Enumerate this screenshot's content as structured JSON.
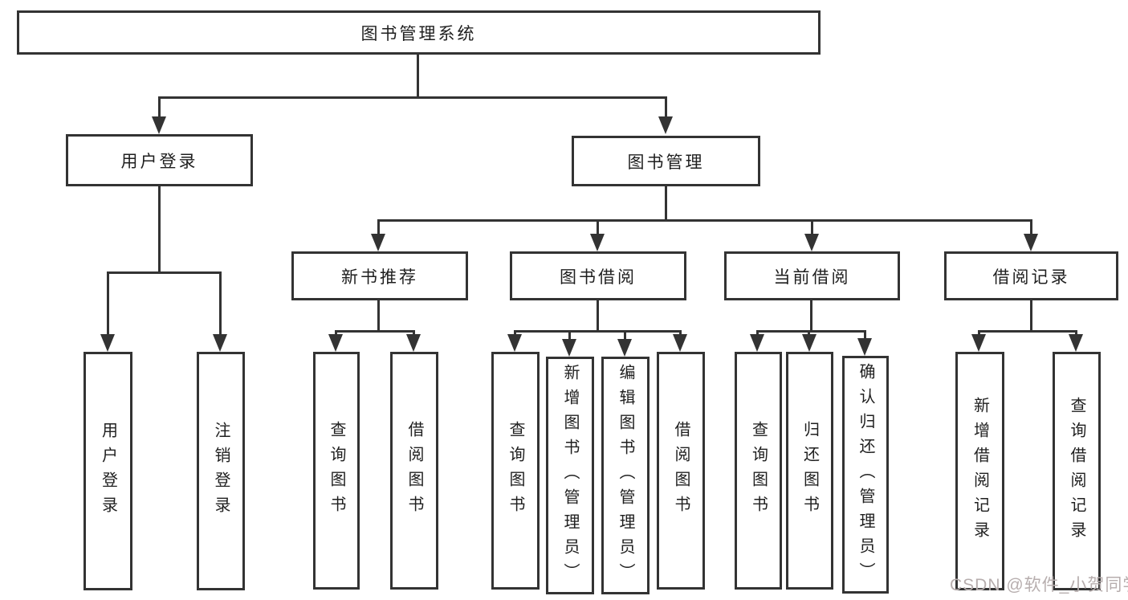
{
  "diagram": {
    "root": {
      "label": "图书管理系统"
    },
    "branches": [
      {
        "label": "用户登录",
        "children": [
          {
            "label": "用户登录"
          },
          {
            "label": "注销登录"
          }
        ]
      },
      {
        "label": "图书管理",
        "children": [
          {
            "label": "新书推荐",
            "children": [
              {
                "label": "查询图书"
              },
              {
                "label": "借阅图书"
              }
            ]
          },
          {
            "label": "图书借阅",
            "children": [
              {
                "label": "查询图书"
              },
              {
                "label": "新增图书（管理员）"
              },
              {
                "label": "编辑图书（管理员）"
              },
              {
                "label": "借阅图书"
              }
            ]
          },
          {
            "label": "当前借阅",
            "children": [
              {
                "label": "查询图书"
              },
              {
                "label": "归还图书"
              },
              {
                "label": "确认归还（管理员）"
              }
            ]
          },
          {
            "label": "借阅记录",
            "children": [
              {
                "label": "新增借阅记录"
              },
              {
                "label": "查询借阅记录"
              }
            ]
          }
        ]
      }
    ],
    "watermark": "CSDN @软件_小贺同学",
    "colors": {
      "line": "#333333",
      "box_border": "#333333",
      "box_fill": "#ffffff",
      "text": "#1f1f1f",
      "watermark": "#b7aeae",
      "background": "#ffffff"
    }
  }
}
